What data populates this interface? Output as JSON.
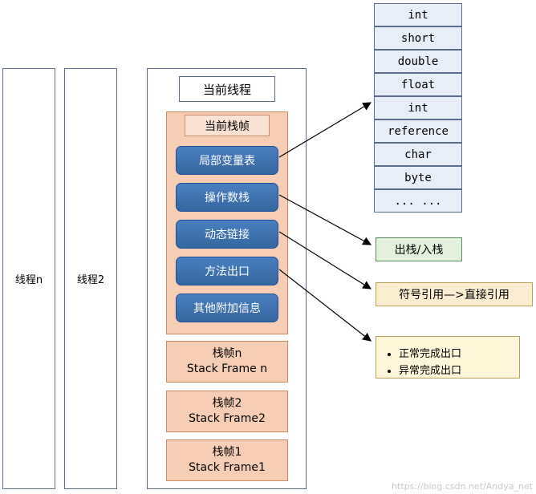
{
  "threads": [
    {
      "label": "线程n"
    },
    {
      "label": "线程2"
    }
  ],
  "current_thread": {
    "title": "当前线程",
    "frame_title": "当前栈帧",
    "parts": [
      {
        "label": "局部变量表"
      },
      {
        "label": "操作数栈"
      },
      {
        "label": "动态链接"
      },
      {
        "label": "方法出口"
      },
      {
        "label": "其他附加信息"
      }
    ],
    "stack_frames": [
      {
        "line1": "栈帧n",
        "line2": "Stack Frame n"
      },
      {
        "line1": "栈帧2",
        "line2": "Stack Frame2"
      },
      {
        "line1": "栈帧1",
        "line2": "Stack Frame1"
      }
    ]
  },
  "types": [
    {
      "label": "int"
    },
    {
      "label": "short"
    },
    {
      "label": "double"
    },
    {
      "label": "float"
    },
    {
      "label": "int"
    },
    {
      "label": "reference"
    },
    {
      "label": "char"
    },
    {
      "label": "byte"
    },
    {
      "label": "... ..."
    }
  ],
  "notes": {
    "operand_stack": "出栈/入栈",
    "dynamic_link": "符号引用—>直接引用",
    "method_exit": [
      "正常完成出口",
      "异常完成出口"
    ]
  },
  "watermark": "https://blog.csdn.net/Andya_net",
  "colors": {
    "pill": "#3f72b8",
    "frame": "#f7cdb3",
    "type_cell": "#e8eef7",
    "note_green": "#e2f0dc",
    "note_tan": "#fbedd0",
    "note_yellow": "#fdf6d8",
    "border_blue": "#5b6b8c",
    "border_orange": "#c98b63"
  }
}
